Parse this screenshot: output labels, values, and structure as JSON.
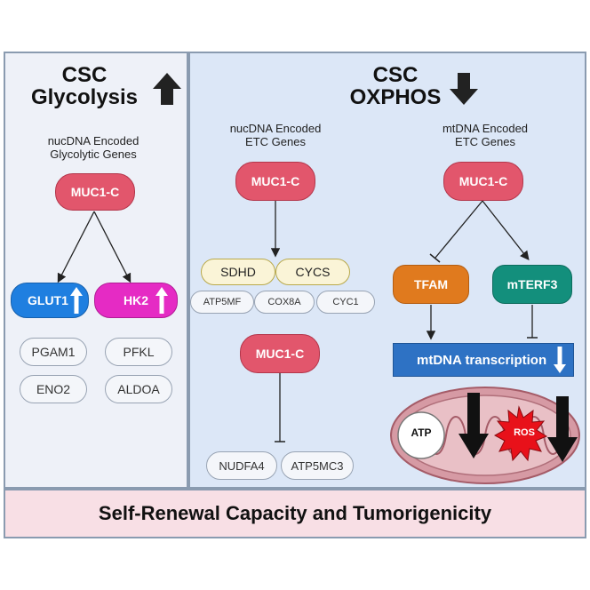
{
  "left": {
    "title_line1": "CSC",
    "title_line2": "Glycolysis",
    "sub_line1": "nucDNA Encoded",
    "sub_line2": "Glycolytic Genes",
    "muc": "MUC1-C",
    "glut": "GLUT1",
    "hk": "HK2",
    "genes": [
      "PGAM1",
      "PFKL",
      "ENO2",
      "ALDOA"
    ]
  },
  "right": {
    "title_line1": "CSC",
    "title_line2": "OXPHOS",
    "nuc_sub_line1": "nucDNA Encoded",
    "nuc_sub_line2": "ETC Genes",
    "mt_sub_line1": "mtDNA Encoded",
    "mt_sub_line2": "ETC Genes",
    "muc_nuc": "MUC1-C",
    "muc_mt": "MUC1-C",
    "muc_lower": "MUC1-C",
    "sdhd": "SDHD",
    "cycs": "CYCS",
    "atp5mf": "ATP5MF",
    "cox8a": "COX8A",
    "cyc1": "CYC1",
    "nudfa4": "NUDFA4",
    "atp5mc3": "ATP5MC3",
    "tfam": "TFAM",
    "mterf3": "mTERF3",
    "mtdna": "mtDNA transcription",
    "atp": "ATP",
    "ros": "ROS"
  },
  "footer": "Self-Renewal Capacity and Tumorigenicity",
  "colors": {
    "muc": "#e2566c",
    "glut": "#1f7fe0",
    "hk": "#e52bc4",
    "tfam": "#e07a1e",
    "mterf3": "#138f7c",
    "mtdna": "#2e72c4"
  }
}
